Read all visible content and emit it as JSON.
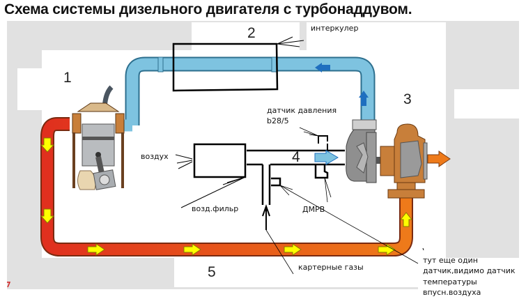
{
  "title": "Схема системы дизельного двигателя с турбонаддувом.",
  "components": {
    "engine": {
      "number": "1"
    },
    "intercooler": {
      "number": "2",
      "label": "интеркулер"
    },
    "turbocharger": {
      "number": "3"
    },
    "intake_tract": {
      "number": "4"
    },
    "exhaust": {
      "number": "5"
    }
  },
  "labels": {
    "pressure_sensor": "датчик давления",
    "pressure_sensor_code": "b28/5",
    "air": "воздух",
    "air_filter": "возд.фильр",
    "dmrb": "ДМРВ",
    "crankcase_gases": "картерные газы",
    "note_line1": "тут еще один",
    "note_line2": "датчик,видимо датчик",
    "note_line3": "температуры",
    "note_line4": "впусн.воздуха"
  },
  "colors": {
    "intake_pipe": "#7ec3e0",
    "intake_pipe_outline": "#2d6f8e",
    "intake_arrow": "#1f6fbf",
    "exhaust_red": "#e0301e",
    "exhaust_orange": "#ee7a1a",
    "flow_arrow": "#ffff00",
    "gray_panel": "#e1e1e1"
  }
}
